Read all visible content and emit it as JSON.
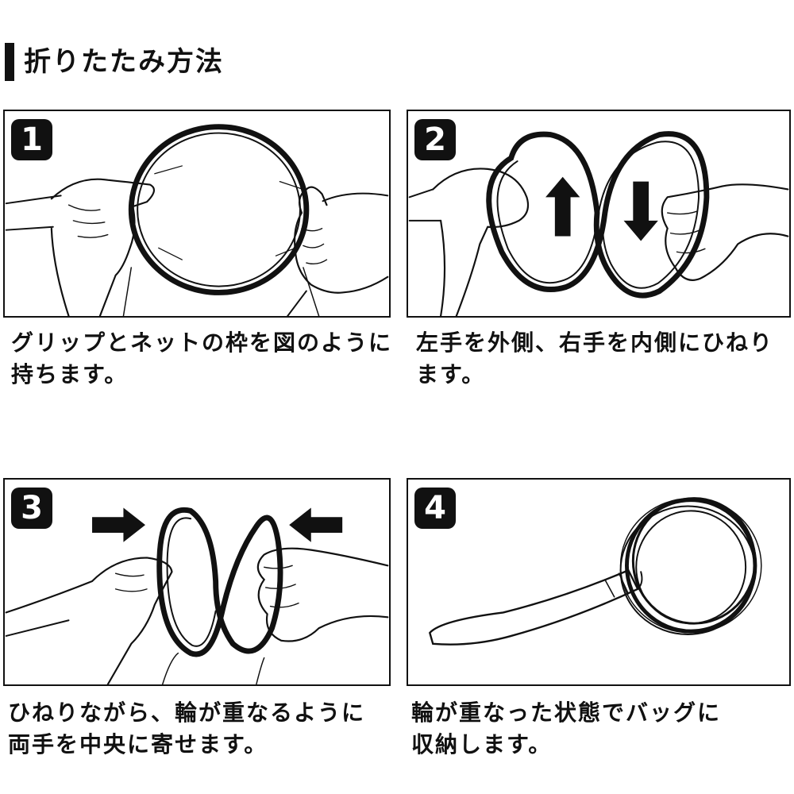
{
  "title": "折りたたみ方法",
  "steps": [
    {
      "number": "1",
      "line1": "グリップとネットの枠を図のように",
      "line2": "持ちます。"
    },
    {
      "number": "2",
      "line1": "左手を外側、右手を内側にひねり",
      "line2": "ます。"
    },
    {
      "number": "3",
      "line1": "ひねりながら、輪が重なるように",
      "line2": "両手を中央に寄せます。"
    },
    {
      "number": "4",
      "line1": "輪が重なった状態でバッグに",
      "line2": "収納します。"
    }
  ]
}
